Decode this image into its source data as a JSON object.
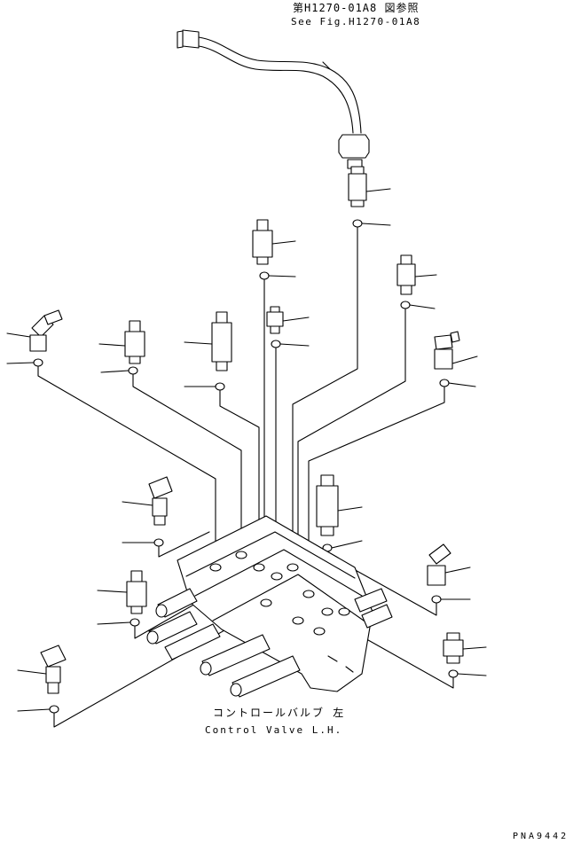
{
  "reference": {
    "japanese": "第H1270-01A8 図参照",
    "english": "See Fig.H1270-01A8"
  },
  "component": {
    "japanese": "コントロールバルブ 左",
    "english": "Control Valve L.H."
  },
  "drawing_code": "PNA9442"
}
